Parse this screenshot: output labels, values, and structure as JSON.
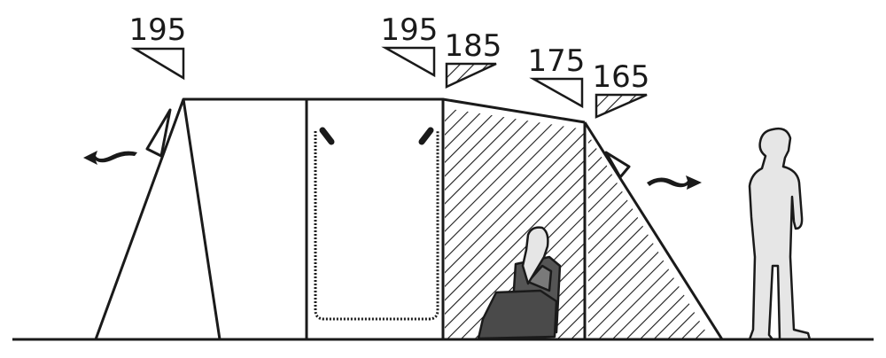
{
  "heights": [
    {
      "label": "195",
      "style": "plain"
    },
    {
      "label": "195",
      "style": "plain"
    },
    {
      "label": "185",
      "style": "hatched"
    },
    {
      "label": "175",
      "style": "plain"
    },
    {
      "label": "165",
      "style": "hatched"
    }
  ],
  "colors": {
    "line": "#1a1a1a",
    "person_light": "#e6e6e6",
    "person_dark": "#555555",
    "person_mid": "#7a7a7a"
  }
}
